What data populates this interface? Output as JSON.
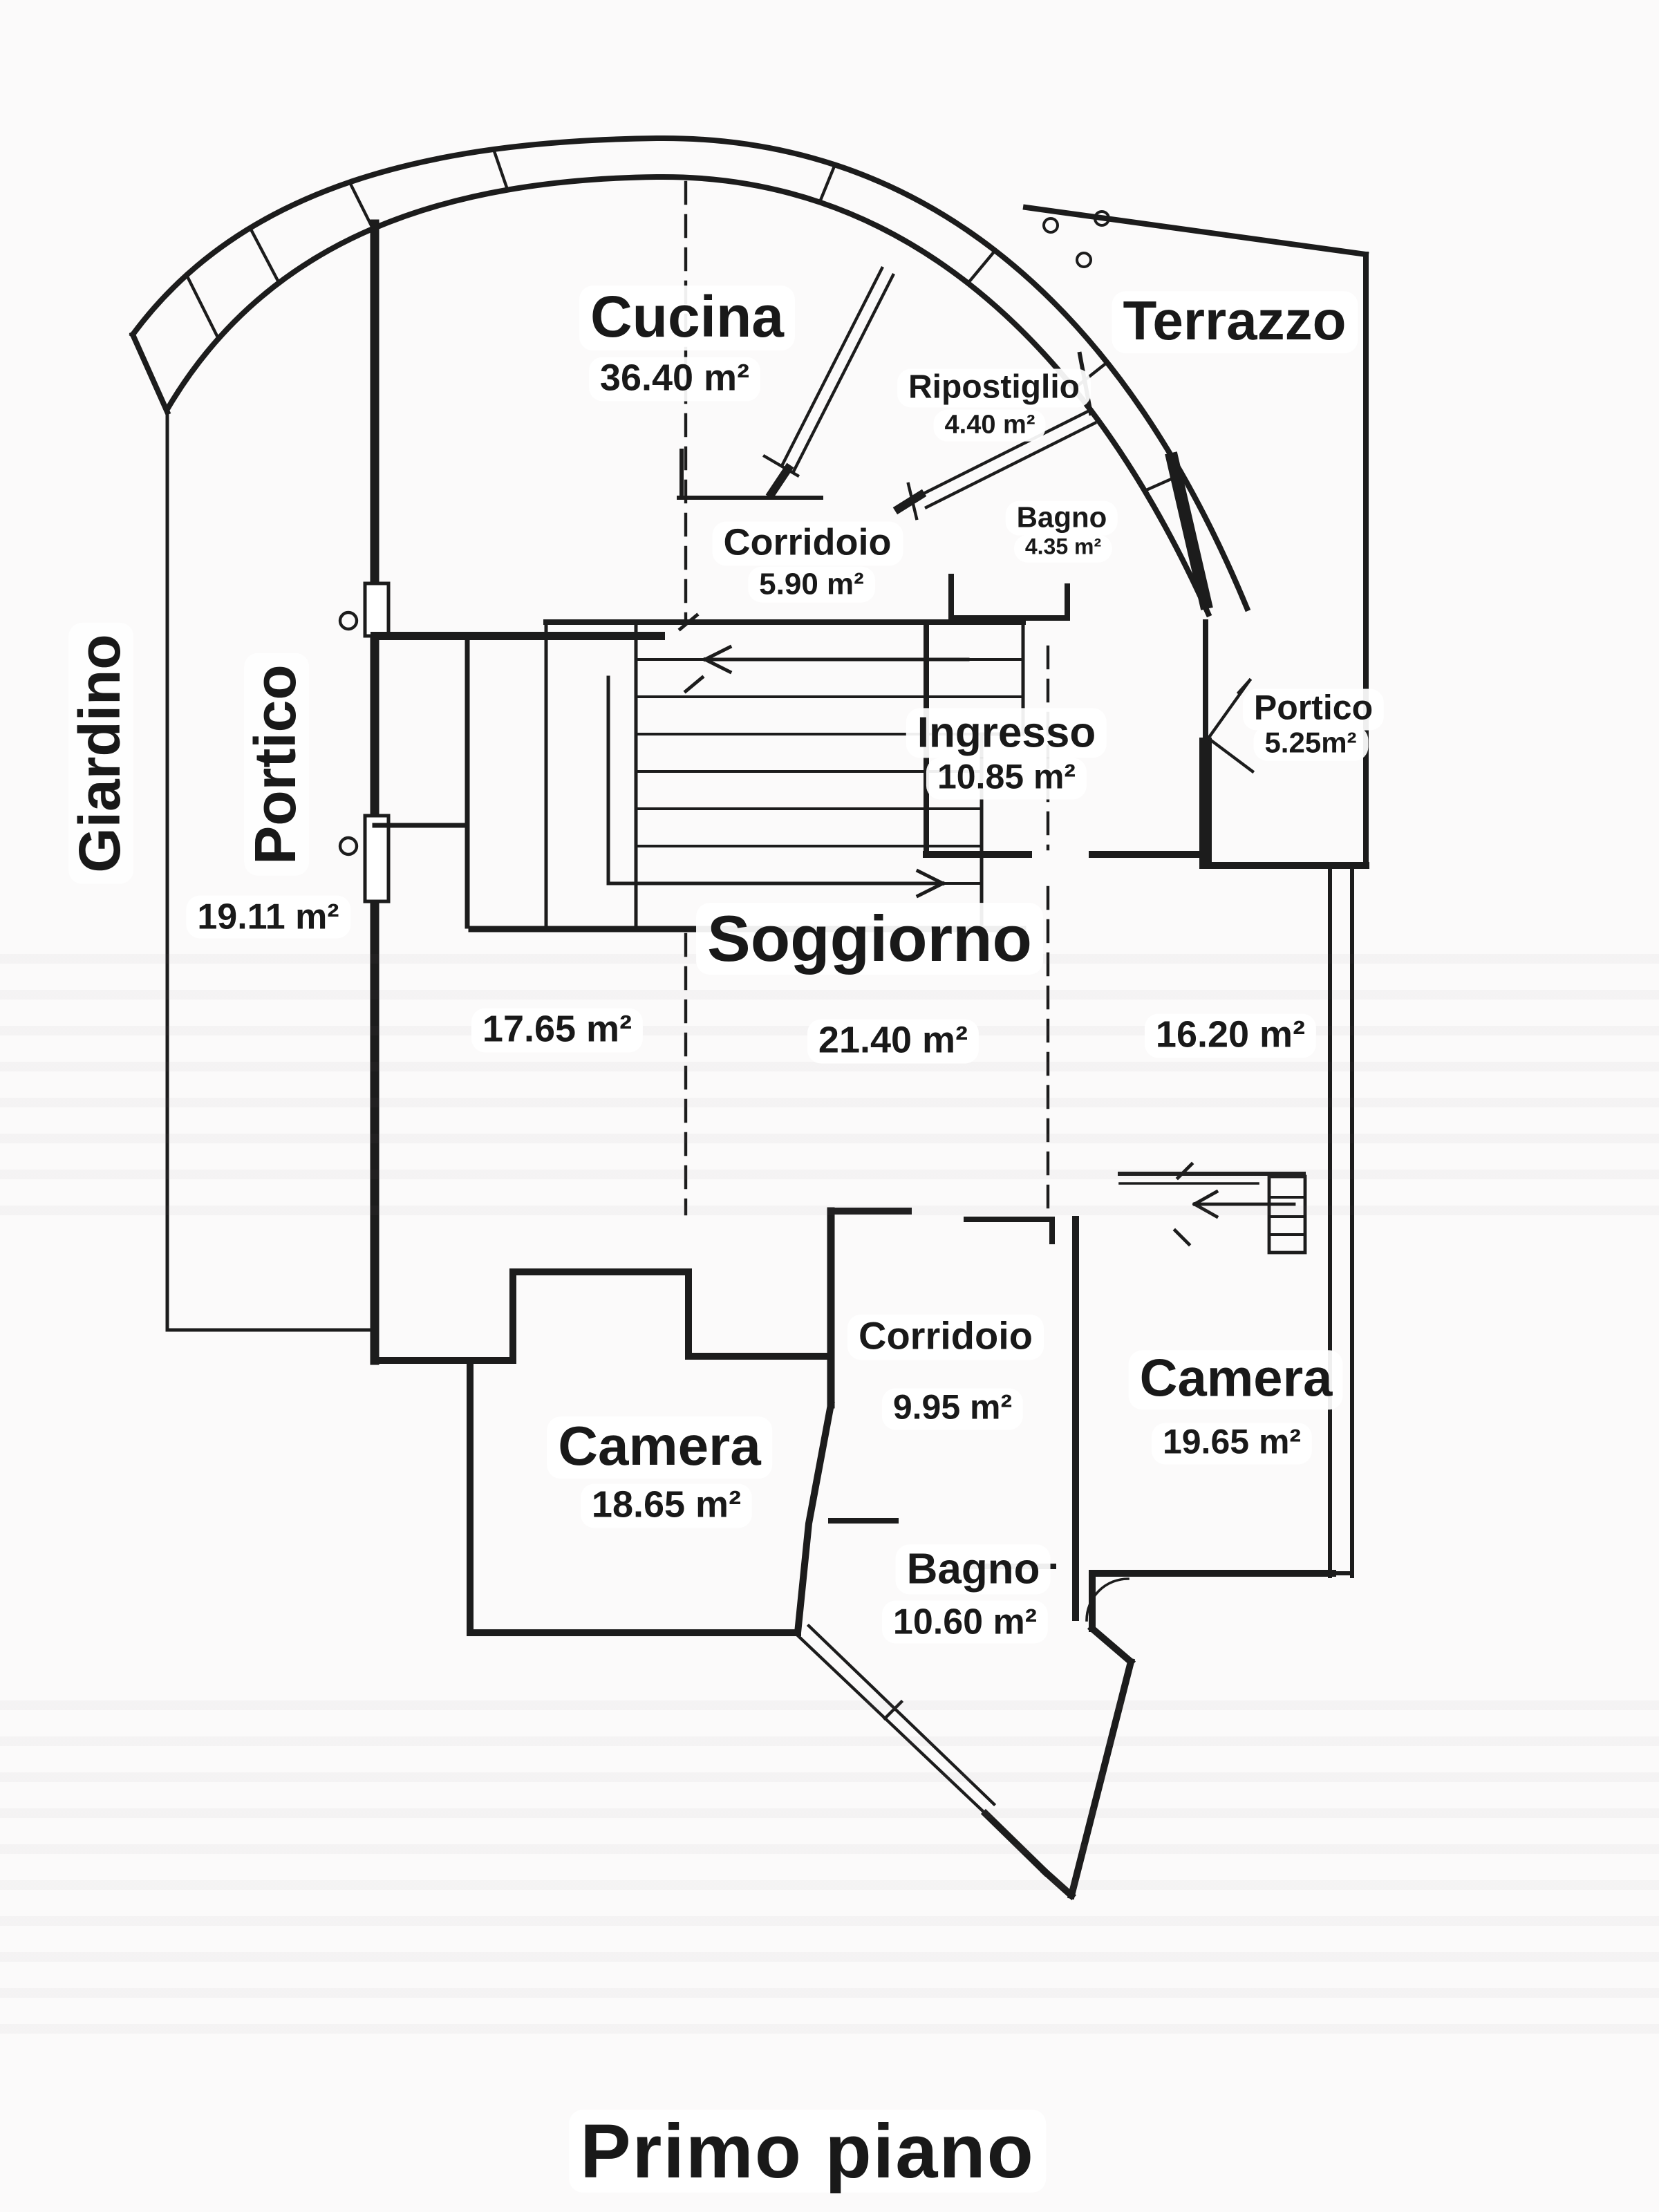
{
  "title": "Primo piano",
  "colors": {
    "ink": "#1c1c1c",
    "paper": "#fbfafa"
  },
  "areas": {
    "giardino": {
      "name": "Giardino"
    },
    "portico_left": {
      "name": "Portico",
      "area": "19.11 m²"
    },
    "cucina": {
      "name": "Cucina",
      "area": "36.40 m²"
    },
    "terrazzo": {
      "name": "Terrazzo"
    },
    "ripostiglio": {
      "name": "Ripostiglio",
      "area": "4.40 m²"
    },
    "bagno_upper": {
      "name": "Bagno",
      "area": "4.35 m²"
    },
    "corridoio_upper": {
      "name": "Corridoio",
      "area": "5.90 m²"
    },
    "ingresso": {
      "name": "Ingresso",
      "area": "10.85 m²"
    },
    "portico_right": {
      "name": "Portico",
      "area": "5.25m²"
    },
    "soggiorno": {
      "name": "Soggiorno",
      "sections": [
        "17.65 m²",
        "21.40 m²",
        "16.20 m²"
      ]
    },
    "corridoio_lower": {
      "name": "Corridoio",
      "area": "9.95 m²"
    },
    "camera_left": {
      "name": "Camera",
      "area": "18.65 m²"
    },
    "camera_right": {
      "name": "Camera",
      "area": "19.65 m²"
    },
    "bagno_lower": {
      "name": "Bagno",
      "area": "10.60 m²"
    }
  }
}
